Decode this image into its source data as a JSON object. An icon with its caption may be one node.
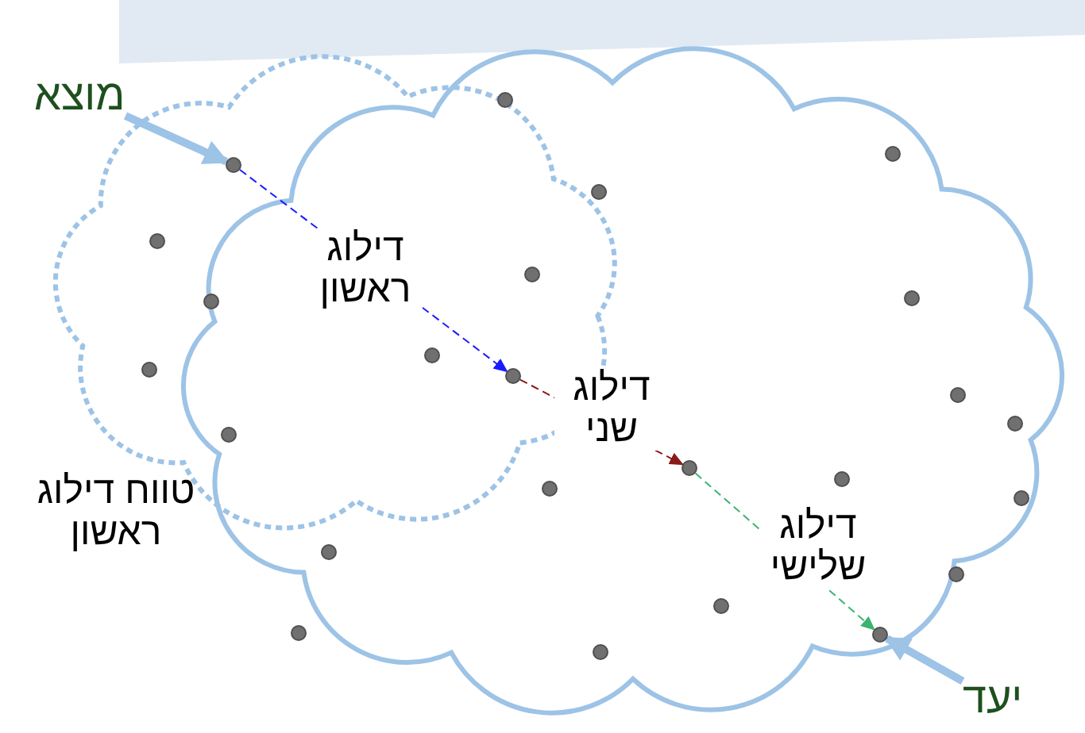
{
  "diagram": {
    "nodes": [
      {
        "text": [
          "מוצא"
        ]
      },
      {
        "text": [],
        "shape": "circle"
      },
      {
        "text": [],
        "shape": "circle"
      },
      {
        "text": [],
        "shape": "circle"
      },
      {
        "text": [],
        "shape": "circle"
      },
      {
        "text": [],
        "shape": "circle"
      },
      {
        "text": [],
        "shape": "circle"
      },
      {
        "text": [],
        "shape": "circle"
      },
      {
        "text": [],
        "shape": "circle"
      },
      {
        "text": [],
        "shape": "circle"
      },
      {
        "text": [],
        "shape": "circle"
      },
      {
        "text": [],
        "shape": "circle"
      },
      {
        "text": [],
        "shape": "circle"
      },
      {
        "text": [],
        "shape": "circle"
      },
      {
        "text": [],
        "shape": "circle"
      },
      {
        "text": [],
        "shape": "circle"
      },
      {
        "text": [],
        "shape": "circle"
      },
      {
        "text": [],
        "shape": "circle"
      },
      {
        "text": [],
        "shape": "circle"
      },
      {
        "text": [],
        "shape": "circle"
      },
      {
        "text": [],
        "shape": "circle"
      },
      {
        "text": [],
        "shape": "circle"
      },
      {
        "text": [],
        "shape": "circle"
      },
      {
        "text": [],
        "shape": "circle"
      },
      {
        "text": [],
        "shape": "circle"
      },
      {
        "text": [
          "יעד"
        ]
      }
    ],
    "edges": [
      {
        "from": 0,
        "to": 3,
        "arrow": "to",
        "style": "thick",
        "color": "#9dc3e6"
      },
      {
        "from": 3,
        "to": 11,
        "arrow": "to",
        "style": "dashed",
        "color": "#1a1aff",
        "label": "דילוג ראשון"
      },
      {
        "from": 11,
        "to": 15,
        "arrow": "to",
        "style": "dashed",
        "color": "#8b1a1a",
        "label": "דילוג שני"
      },
      {
        "from": 15,
        "to": 23,
        "arrow": "to",
        "style": "dashed",
        "color": "#3cb371",
        "label": "דילוג שלישי"
      },
      {
        "from": 25,
        "to": 23,
        "arrow": "to",
        "style": "thick",
        "color": "#9dc3e6"
      }
    ],
    "labels": [
      "טווח דילוג ראשון"
    ]
  }
}
